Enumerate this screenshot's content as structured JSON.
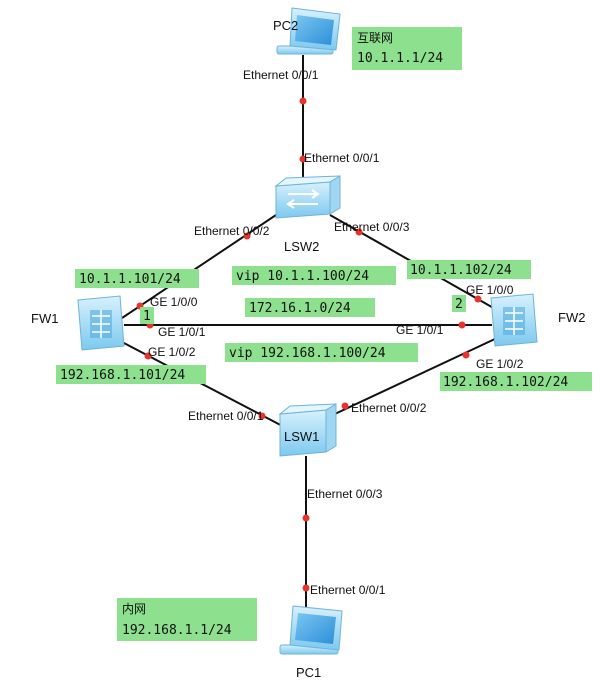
{
  "devices": {
    "pc2": "PC2",
    "pc1": "PC1",
    "lsw2": "LSW2",
    "lsw1": "LSW1",
    "fw1": "FW1",
    "fw2": "FW2"
  },
  "ports": {
    "pc2_e001": "Ethernet 0/0/1",
    "lsw2_e001": "Ethernet 0/0/1",
    "lsw2_e002": "Ethernet 0/0/2",
    "lsw2_e003": "Ethernet 0/0/3",
    "fw1_ge100": "GE 1/0/0",
    "fw1_ge101": "GE 1/0/1",
    "fw1_ge102": "GE 1/0/2",
    "fw2_ge100": "GE 1/0/0",
    "fw2_ge101": "GE 1/0/1",
    "fw2_ge102": "GE 1/0/2",
    "lsw1_e001": "Ethernet 0/0/1",
    "lsw1_e002": "Ethernet 0/0/2",
    "lsw1_e003": "Ethernet 0/0/3",
    "pc1_e001": "Ethernet 0/0/1",
    "hb_fw1": "1",
    "hb_fw2": "2"
  },
  "labels": {
    "internet_title": "互联网",
    "internet_net": "10.1.1.1/24",
    "fw1_up_ip": "10.1.1.101/24",
    "vip_up": "vip 10.1.1.100/24",
    "fw2_up_ip": "10.1.1.102/24",
    "hb_net": "172.16.1.0/24",
    "vip_down": "vip 192.168.1.100/24",
    "fw1_down_ip": "192.168.1.101/24",
    "fw2_down_ip": "192.168.1.102/24",
    "intranet_title": "内网",
    "intranet_net": "192.168.1.1/24"
  },
  "colors": {
    "label_bg": "#8de08d",
    "port_dot": "#e8332a",
    "device_blue": "#8fd3f4"
  },
  "icons": {
    "pc": "pc-icon",
    "switch": "switch-icon",
    "firewall": "firewall-icon"
  }
}
